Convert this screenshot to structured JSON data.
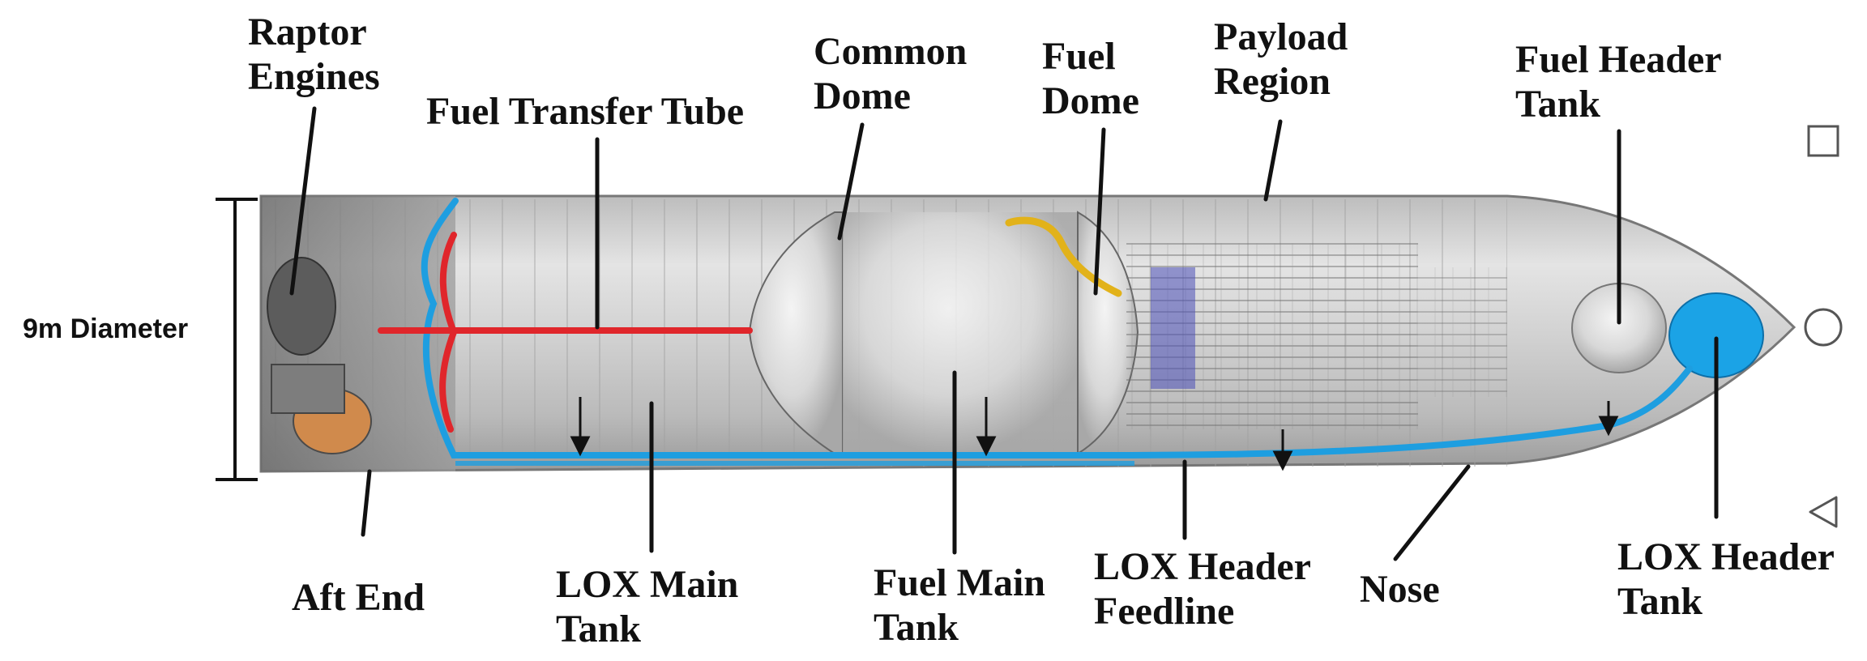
{
  "labels": {
    "raptor_engines": [
      "Raptor",
      "Engines"
    ],
    "fuel_transfer_tube": [
      "Fuel Transfer Tube"
    ],
    "common_dome": [
      "Common",
      "Dome"
    ],
    "fuel_dome": [
      "Fuel",
      "Dome"
    ],
    "payload_region": [
      "Payload",
      "Region"
    ],
    "fuel_header_tank": [
      "Fuel Header",
      "Tank"
    ],
    "diameter": [
      "9m Diameter"
    ],
    "aft_end": [
      "Aft End"
    ],
    "lox_main_tank": [
      "LOX Main",
      "Tank"
    ],
    "fuel_main_tank": [
      "Fuel Main",
      "Tank"
    ],
    "lox_header_feedline": [
      "LOX Header",
      "Feedline"
    ],
    "nose": [
      "Nose"
    ],
    "lox_header_tank": [
      "LOX Header",
      "Tank"
    ]
  },
  "colors": {
    "lox_line": "#1e9ee0",
    "fuel_transfer": "#e0262b",
    "fuel_line": "#e2b21a",
    "lox_header_tank": "#1ba3e6",
    "hull": "#c9c9c9"
  },
  "nav_icons": [
    "square-icon",
    "circle-icon",
    "triangle-back-icon"
  ]
}
